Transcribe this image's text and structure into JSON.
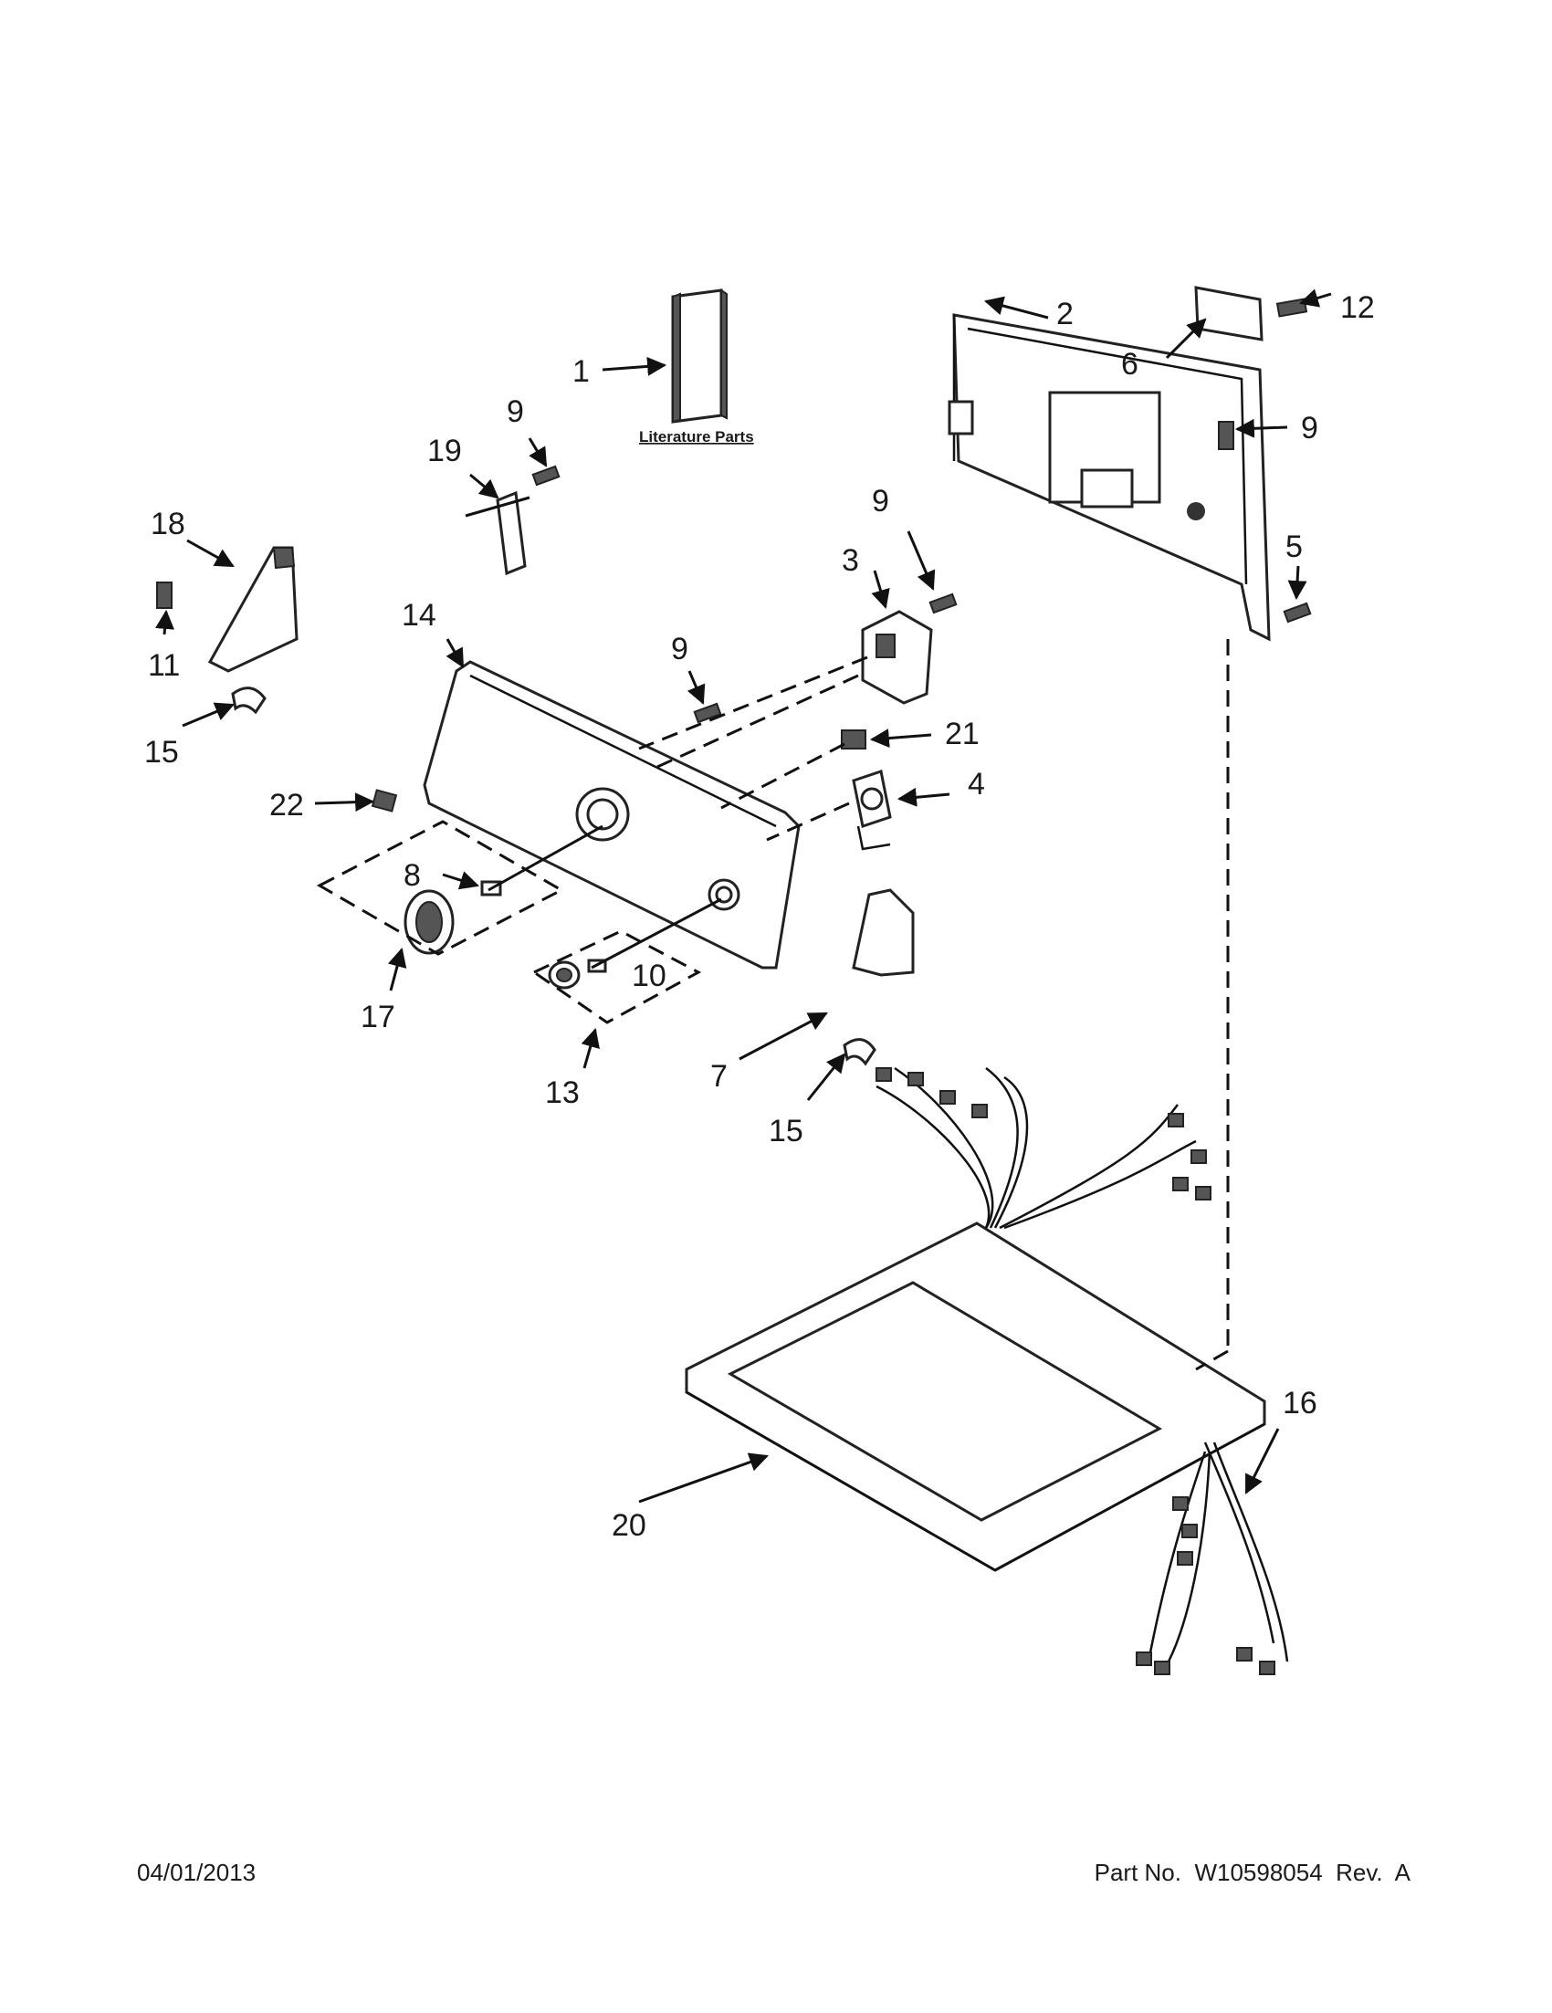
{
  "literature_label": "Literature Parts",
  "callouts": {
    "c1": "1",
    "c2": "2",
    "c3": "3",
    "c4": "4",
    "c5": "5",
    "c6": "6",
    "c7": "7",
    "c8": "8",
    "c9a": "9",
    "c9b": "9",
    "c9c": "9",
    "c9d": "9",
    "c10": "10",
    "c11": "11",
    "c12": "12",
    "c13": "13",
    "c14": "14",
    "c15a": "15",
    "c15b": "15",
    "c16": "16",
    "c17": "17",
    "c18": "18",
    "c19": "19",
    "c20": "20",
    "c21": "21",
    "c22": "22"
  },
  "footer": {
    "date": "04/01/2013",
    "part_number": "Part No.  W10598054  Rev.  A"
  }
}
